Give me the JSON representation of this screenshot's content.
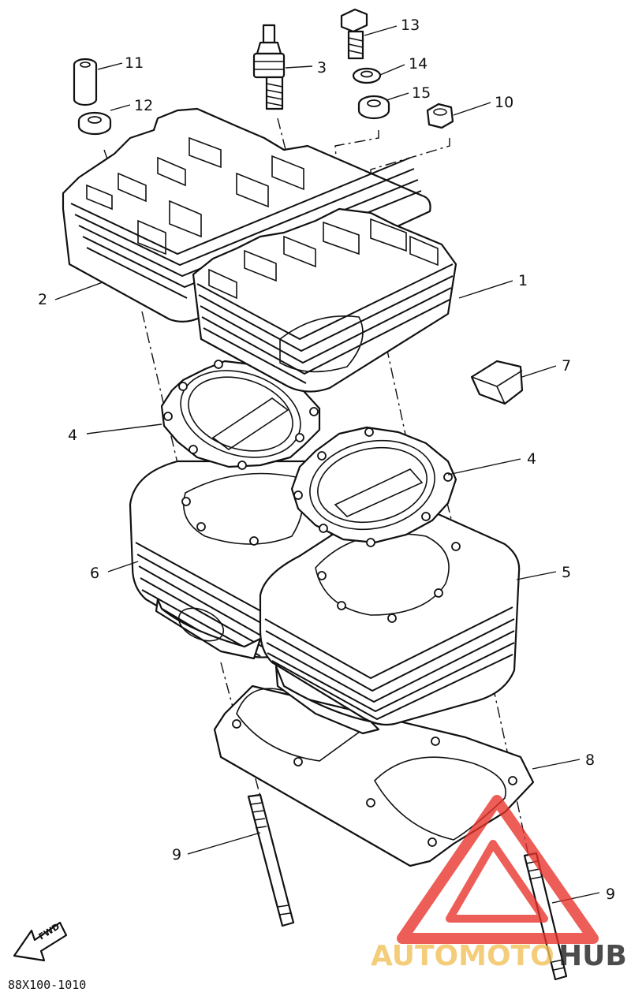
{
  "diagram": {
    "footer_code": "88X100-1010",
    "fwd_label": "FWD",
    "callouts": [
      "1",
      "2",
      "3",
      "4",
      "4",
      "5",
      "6",
      "7",
      "8",
      "9",
      "9",
      "10",
      "11",
      "12",
      "13",
      "14",
      "15"
    ]
  },
  "watermark": {
    "brand_left": "AUTOMOTO",
    "brand_right": "HUB",
    "color_red": "#e8312a",
    "color_gold": "#f2c055"
  }
}
